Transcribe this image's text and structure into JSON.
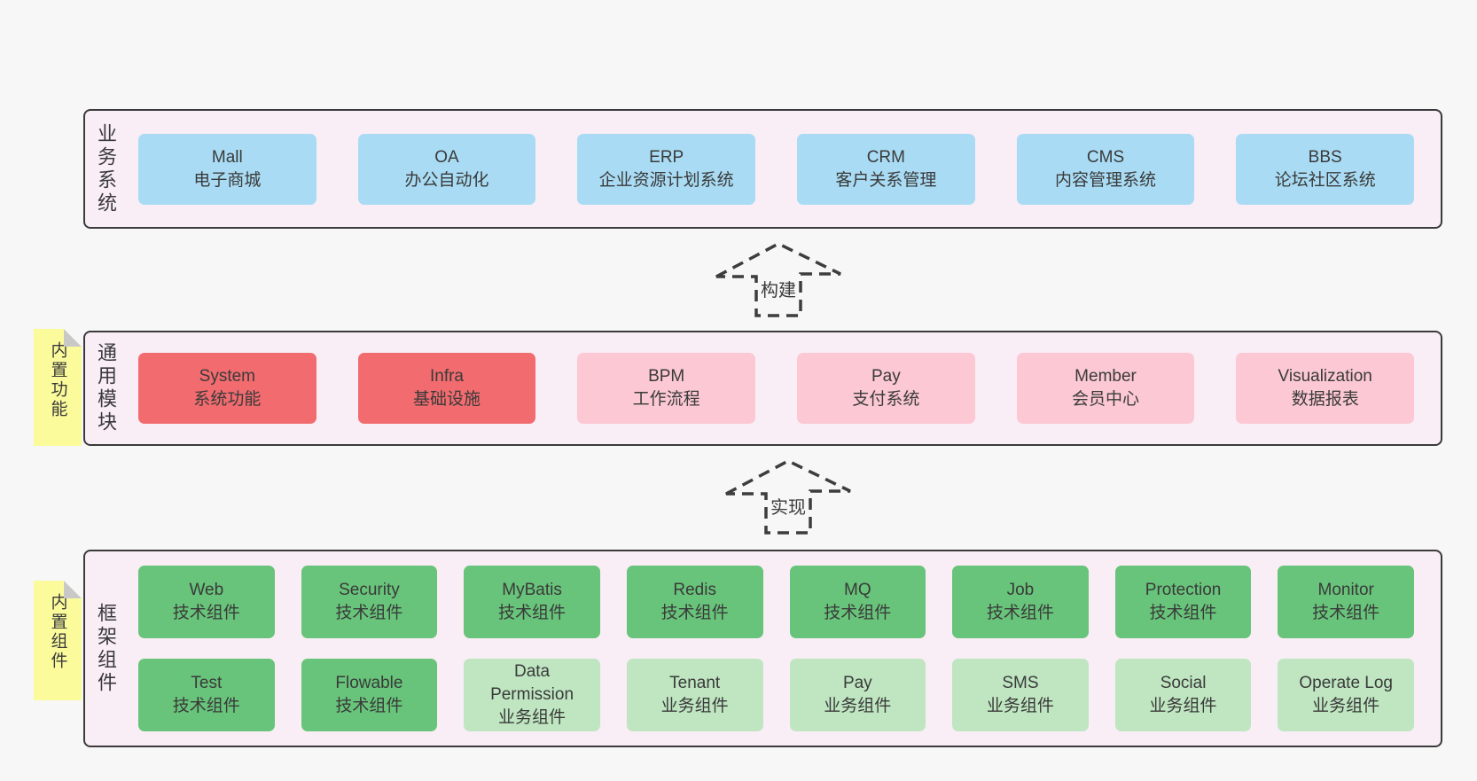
{
  "colors": {
    "page_bg": "#f7f7f7",
    "section_bg": "#f9edf6",
    "section_border": "#3b3b3b",
    "box_blue": "#a9dcf4",
    "box_red": "#f16b6f",
    "box_pink": "#fbc8d3",
    "box_green": "#68c47a",
    "box_lightgreen": "#bfe6c1",
    "sticky_yellow": "#fbfb9c",
    "sticky_fold": "#c8c8c8",
    "arrow": "#3d3d3d",
    "text": "#3a3a3a"
  },
  "sections": [
    {
      "label": "业务系统",
      "boxes_rows": [
        [
          {
            "name": "Mall",
            "desc": "电子商城"
          },
          {
            "name": "OA",
            "desc": "办公自动化"
          },
          {
            "name": "ERP",
            "desc": "企业资源计划系统"
          },
          {
            "name": "CRM",
            "desc": "客户关系管理"
          },
          {
            "name": "CMS",
            "desc": "内容管理系统"
          },
          {
            "name": "BBS",
            "desc": "论坛社区系统"
          }
        ]
      ]
    },
    {
      "label": "通用模块",
      "sticky": "内置功能",
      "boxes_rows": [
        [
          {
            "name": "System",
            "desc": "系统功能"
          },
          {
            "name": "Infra",
            "desc": "基础设施"
          },
          {
            "name": "BPM",
            "desc": "工作流程"
          },
          {
            "name": "Pay",
            "desc": "支付系统"
          },
          {
            "name": "Member",
            "desc": "会员中心"
          },
          {
            "name": "Visualization",
            "desc": "数据报表"
          }
        ]
      ]
    },
    {
      "label": "框架组件",
      "sticky": "内置组件",
      "boxes_rows": [
        [
          {
            "name": "Web",
            "desc": "技术组件"
          },
          {
            "name": "Security",
            "desc": "技术组件"
          },
          {
            "name": "MyBatis",
            "desc": "技术组件"
          },
          {
            "name": "Redis",
            "desc": "技术组件"
          },
          {
            "name": "MQ",
            "desc": "技术组件"
          },
          {
            "name": "Job",
            "desc": "技术组件"
          },
          {
            "name": "Protection",
            "desc": "技术组件"
          },
          {
            "name": "Monitor",
            "desc": "技术组件"
          }
        ],
        [
          {
            "name": "Test",
            "desc": "技术组件"
          },
          {
            "name": "Flowable",
            "desc": "技术组件"
          },
          {
            "name": "Data Permission",
            "desc": "业务组件"
          },
          {
            "name": "Tenant",
            "desc": "业务组件"
          },
          {
            "name": "Pay",
            "desc": "业务组件"
          },
          {
            "name": "SMS",
            "desc": "业务组件"
          },
          {
            "name": "Social",
            "desc": "业务组件"
          },
          {
            "name": "Operate Log",
            "desc": "业务组件"
          }
        ]
      ]
    }
  ],
  "arrows": [
    {
      "label": "构建"
    },
    {
      "label": "实现"
    }
  ]
}
